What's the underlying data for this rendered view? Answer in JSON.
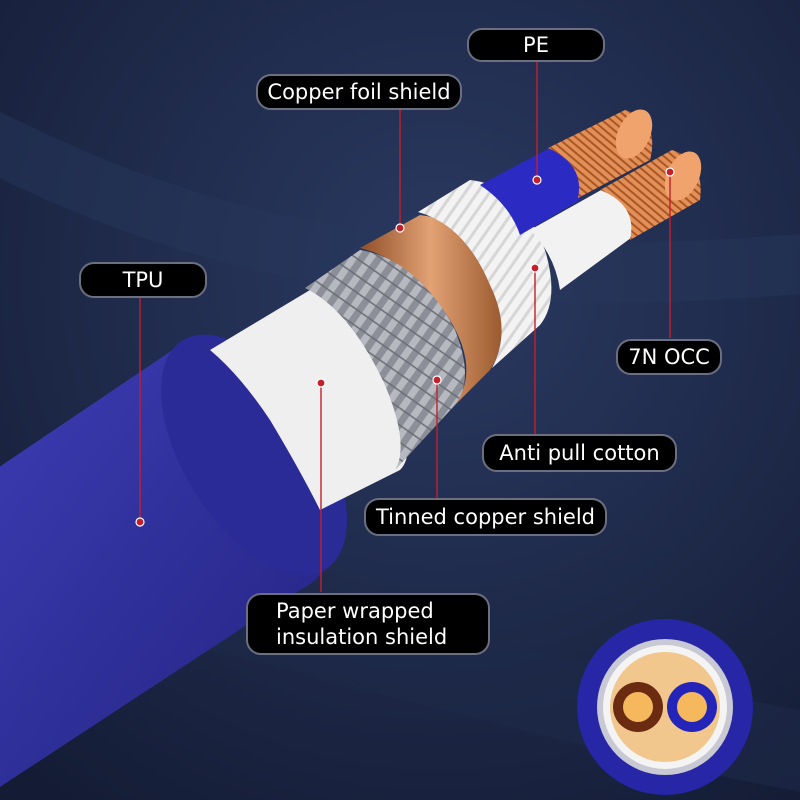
{
  "labels": {
    "pe": "PE",
    "copper_foil_shield": "Copper foil shield",
    "tpu": "TPU",
    "occ": "7N OCC",
    "anti_pull_cotton": "Anti pull cotton",
    "tinned_copper_shield": "Tinned copper shield",
    "paper_wrapped_line1": "Paper wrapped",
    "paper_wrapped_line2": "insulation shield"
  },
  "colors": {
    "background": "#1b2747",
    "jacket_blue": "#2f2fa0",
    "paper_white": "#f1f1f1",
    "braid_gray": "#9a9ca4",
    "copper_foil": "#c47a45",
    "cotton_white": "#eeeeee",
    "pe_blue": "#2c2cc8",
    "copper_wire": "#e08a55",
    "leader_line": "#c4202c"
  }
}
